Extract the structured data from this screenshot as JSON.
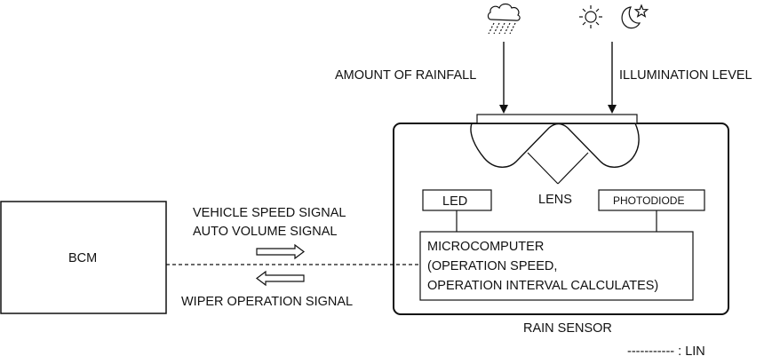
{
  "diagram": {
    "weather_icons": [
      "rain-cloud-icon",
      "sun-icon",
      "moon-star-icon"
    ],
    "labels": {
      "rainfall": "AMOUNT OF RAINFALL",
      "illumination": "ILLUMINATION LEVEL",
      "lens": "LENS",
      "led": "LED",
      "photodiode": "PHOTODIODE",
      "microcomputer_line1": "MICROCOMPUTER",
      "microcomputer_line2": "(OPERATION SPEED,",
      "microcomputer_line3": "OPERATION INTERVAL CALCULATES)",
      "bcm": "BCM",
      "vehicle_speed": "VEHICLE SPEED SIGNAL",
      "auto_volume": "AUTO VOLUME SIGNAL",
      "wiper_operation": "WIPER OPERATION SIGNAL",
      "rain_sensor": "RAIN SENSOR",
      "legend_lin": "----------- : LIN"
    }
  }
}
